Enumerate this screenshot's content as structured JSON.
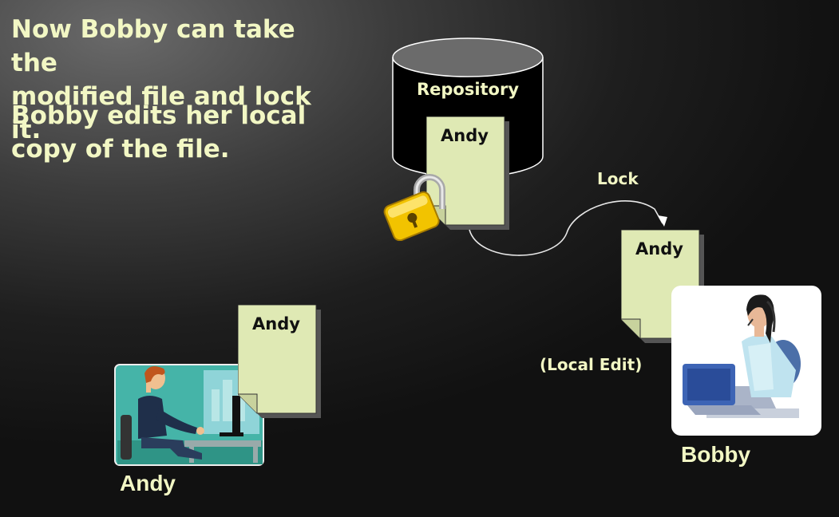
{
  "text": {
    "line1": "Now Bobby can take the\nmodified file and lock it.",
    "line2": "Bobby edits her local\ncopy of the file."
  },
  "repository": {
    "label": "Repository",
    "document_label": "Andy"
  },
  "lock_arrow_label": "Lock",
  "bobby_document_label": "Andy",
  "local_edit_label": "(Local Edit)",
  "andy_document_label": "Andy",
  "people": {
    "andy": "Andy",
    "bobby": "Bobby"
  },
  "colors": {
    "text_accent": "#f2f7c4",
    "document_fill": "#dfe9b4",
    "lock": "#f2c300"
  },
  "icons": [
    "padlock-icon",
    "andy-computer-illustration",
    "bobby-computer-illustration"
  ]
}
